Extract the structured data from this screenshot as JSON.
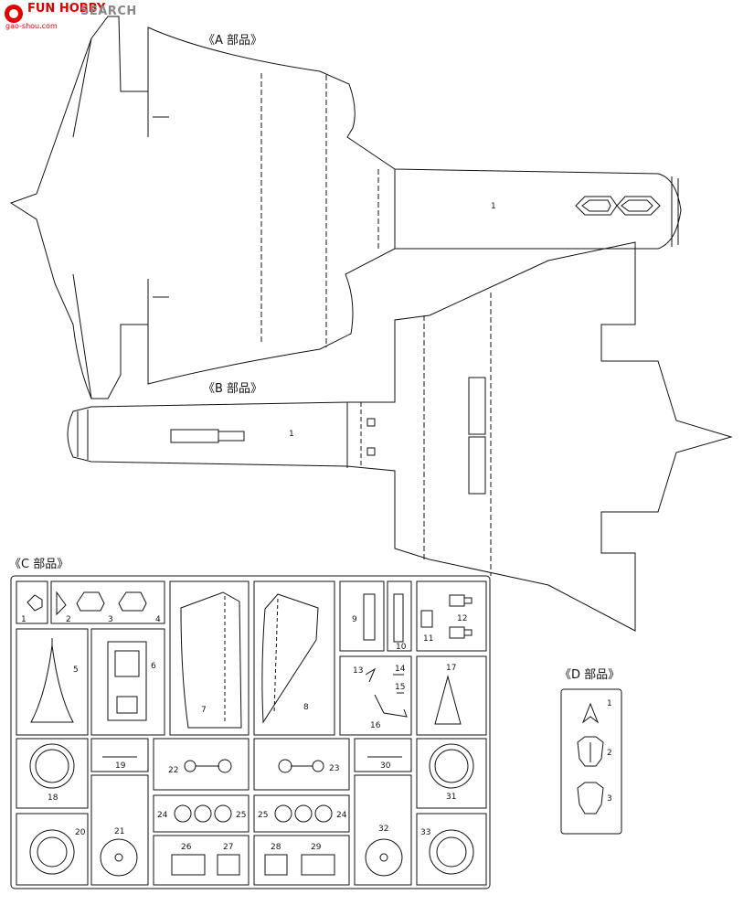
{
  "watermark": {
    "brand": "FUN HOBBY",
    "search": "SEARCH",
    "subtitle": "gao-shou.com",
    "brand_color": "#e00000"
  },
  "sections": {
    "a": "《A 部品》",
    "b": "《B 部品》",
    "c": "《C 部品》",
    "d": "《D 部品》"
  },
  "part_numbers": {
    "a_1": "1",
    "b_1": "1",
    "c": [
      "1",
      "2",
      "3",
      "4",
      "5",
      "6",
      "7",
      "8",
      "9",
      "10",
      "11",
      "12",
      "13",
      "14",
      "15",
      "16",
      "17",
      "18",
      "19",
      "20",
      "21",
      "22",
      "23",
      "24",
      "25",
      "25",
      "24",
      "26",
      "27",
      "28",
      "29",
      "30",
      "31",
      "32",
      "33"
    ],
    "d": [
      "1",
      "2",
      "3"
    ]
  }
}
